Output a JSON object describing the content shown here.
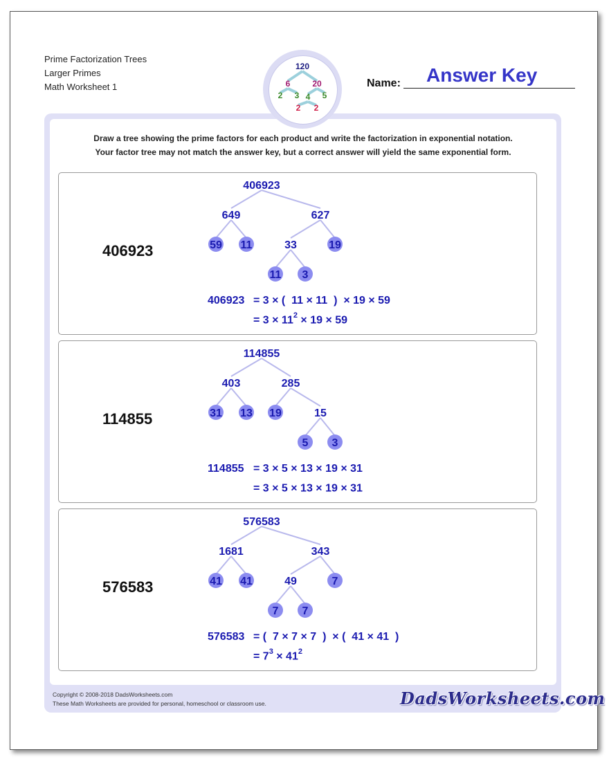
{
  "header": {
    "line1": "Prime Factorization Trees",
    "line2": "Larger Primes",
    "line3": "Math Worksheet 1",
    "name_label": "Name:",
    "answer_key": "Answer Key"
  },
  "logo": {
    "nodes": [
      {
        "t": "120",
        "c": "#1a1a80"
      },
      {
        "t": "6",
        "c": "#a01a70"
      },
      {
        "t": "20",
        "c": "#a01a70"
      },
      {
        "t": "2",
        "c": "#3a8a2a"
      },
      {
        "t": "3",
        "c": "#3a8a2a"
      },
      {
        "t": "4",
        "c": "#3a8a2a"
      },
      {
        "t": "5",
        "c": "#3a8a2a"
      },
      {
        "t": "2",
        "c": "#d0204a"
      },
      {
        "t": "2",
        "c": "#d0204a"
      }
    ]
  },
  "instructions": {
    "line1": "Draw a tree showing the prime factors for each product and write the factorization in exponential notation.",
    "line2": "Your factor tree may not match the answer key, but a correct answer will yield the same exponential form."
  },
  "problems": [
    {
      "number": "406923",
      "tree": {
        "root": "406923",
        "nodes": [
          {
            "id": "a",
            "t": "649",
            "prime": false
          },
          {
            "id": "b",
            "t": "627",
            "prime": false
          },
          {
            "id": "c",
            "t": "59",
            "prime": true
          },
          {
            "id": "d",
            "t": "11",
            "prime": true
          },
          {
            "id": "e",
            "t": "33",
            "prime": false
          },
          {
            "id": "f",
            "t": "19",
            "prime": true
          },
          {
            "id": "g",
            "t": "11",
            "prime": true
          },
          {
            "id": "h",
            "t": "3",
            "prime": true
          }
        ]
      },
      "eq1": {
        "lhs": "406923",
        "rhs": "= 3 × (  11 × 11  )  × 19 × 59"
      },
      "eq2": {
        "pre": "= 3 × 11",
        "sup1": "2",
        "mid": " × 19 × 59",
        "sup2": "",
        "post": ""
      }
    },
    {
      "number": "114855",
      "tree": {
        "root": "114855",
        "nodes": [
          {
            "id": "a",
            "t": "403",
            "prime": false
          },
          {
            "id": "b",
            "t": "285",
            "prime": false
          },
          {
            "id": "c",
            "t": "31",
            "prime": true
          },
          {
            "id": "d",
            "t": "13",
            "prime": true
          },
          {
            "id": "e",
            "t": "19",
            "prime": true
          },
          {
            "id": "f",
            "t": "15",
            "prime": false
          },
          {
            "id": "g",
            "t": "5",
            "prime": true
          },
          {
            "id": "h",
            "t": "3",
            "prime": true
          }
        ]
      },
      "eq1": {
        "lhs": "114855",
        "rhs": "= 3 × 5 × 13 × 19 × 31"
      },
      "eq2": {
        "pre": "= 3 × 5 × 13 × 19 × 31",
        "sup1": "",
        "mid": "",
        "sup2": "",
        "post": ""
      }
    },
    {
      "number": "576583",
      "tree": {
        "root": "576583",
        "nodes": [
          {
            "id": "a",
            "t": "1681",
            "prime": false
          },
          {
            "id": "b",
            "t": "343",
            "prime": false
          },
          {
            "id": "c",
            "t": "41",
            "prime": true
          },
          {
            "id": "d",
            "t": "41",
            "prime": true
          },
          {
            "id": "e",
            "t": "49",
            "prime": false
          },
          {
            "id": "f",
            "t": "7",
            "prime": true
          },
          {
            "id": "g",
            "t": "7",
            "prime": true
          },
          {
            "id": "h",
            "t": "7",
            "prime": true
          }
        ]
      },
      "eq1": {
        "lhs": "576583",
        "rhs": "= (  7 × 7 × 7  )  × (  41 × 41  )"
      },
      "eq2": {
        "pre": "= 7",
        "sup1": "3",
        "mid": " × 41",
        "sup2": "2",
        "post": ""
      }
    }
  ],
  "footer": {
    "copyright": "Copyright © 2008-2018 DadsWorksheets.com",
    "notice": "These Math Worksheets are provided for personal, homeschool or classroom use.",
    "brand": "DadsWorksheets.com"
  },
  "colors": {
    "tree_text": "#1a1ab0",
    "prime_circle": "#8c8cf0",
    "branch": "#b8b8ec",
    "frame": "#e0e0f6",
    "answer_key": "#3535c8"
  }
}
